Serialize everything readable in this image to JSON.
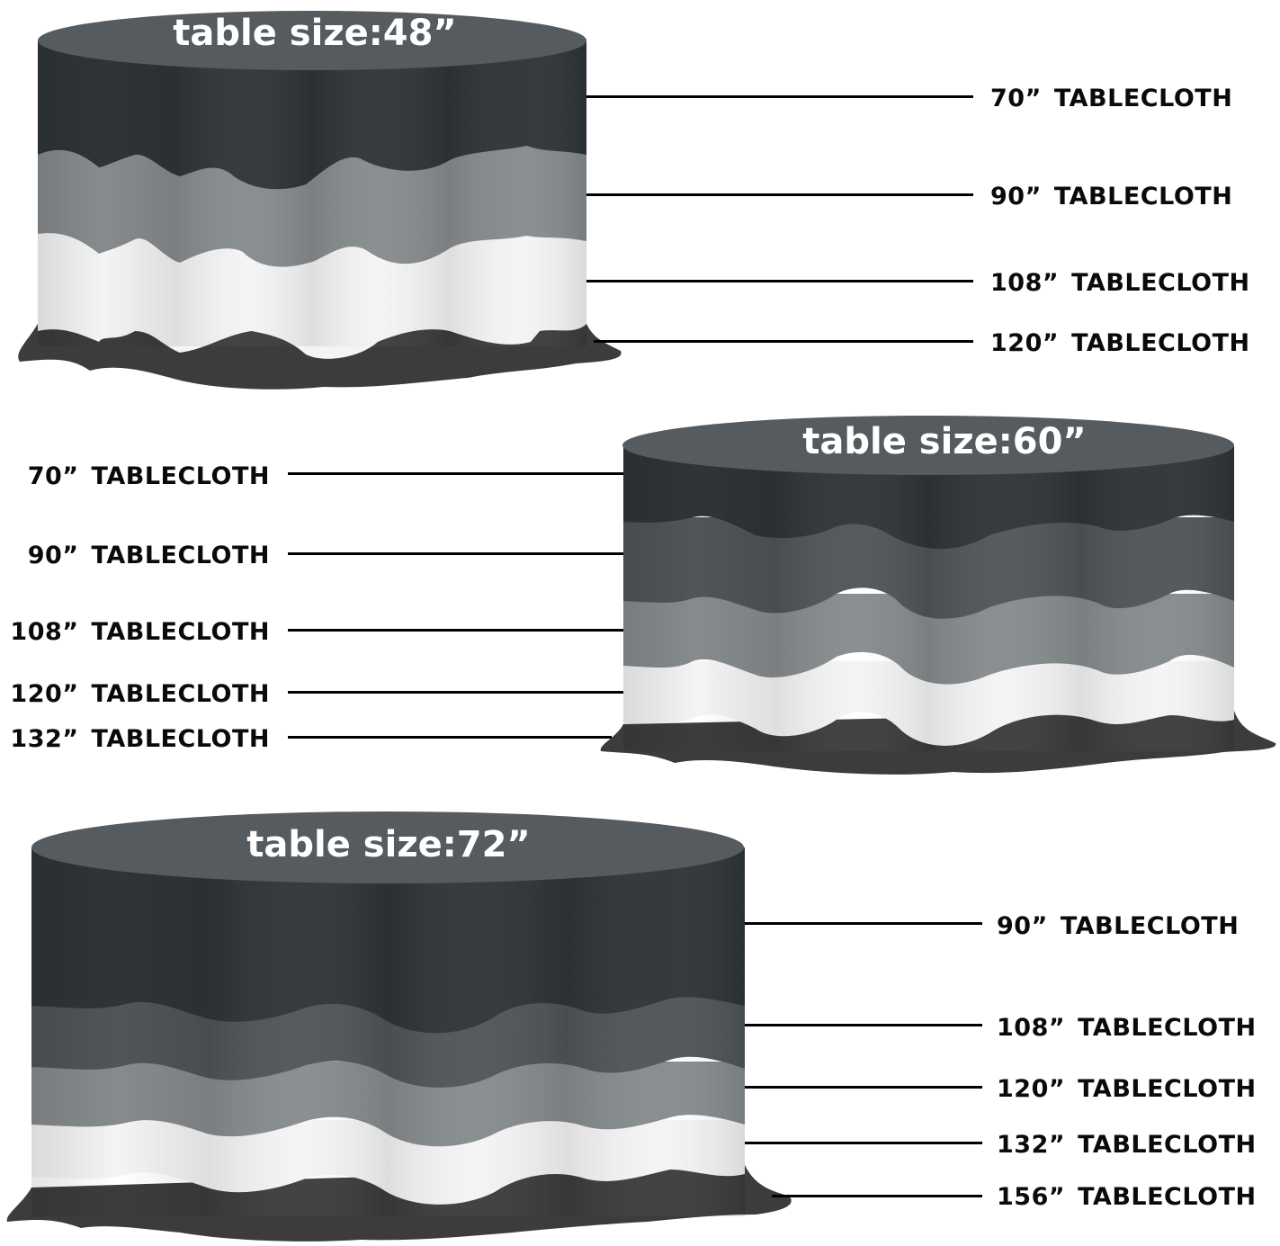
{
  "diagram": {
    "colors": {
      "table_top": "#555b5e",
      "layer_darkest": "#2f3437",
      "layer_dark": "#4f5558",
      "layer_mid": "#868b8e",
      "layer_white": "#f4f4f4",
      "floor_shadow": "#3c3c3c",
      "leader_line": "#000000",
      "label_text": "#0a0a0a"
    },
    "tables": [
      {
        "title": "table size:48”",
        "labels": [
          {
            "size": "70”",
            "word": "TABLECLOTH"
          },
          {
            "size": "90”",
            "word": "TABLECLOTH"
          },
          {
            "size": "108”",
            "word": "TABLECLOTH"
          },
          {
            "size": "120”",
            "word": "TABLECLOTH"
          }
        ]
      },
      {
        "title": "table size:60”",
        "labels": [
          {
            "size": "70”",
            "word": "TABLECLOTH"
          },
          {
            "size": "90”",
            "word": "TABLECLOTH"
          },
          {
            "size": "108”",
            "word": "TABLECLOTH"
          },
          {
            "size": "120”",
            "word": "TABLECLOTH"
          },
          {
            "size": "132”",
            "word": "TABLECLOTH"
          }
        ]
      },
      {
        "title": "table size:72”",
        "labels": [
          {
            "size": "90”",
            "word": "TABLECLOTH"
          },
          {
            "size": "108”",
            "word": "TABLECLOTH"
          },
          {
            "size": "120”",
            "word": "TABLECLOTH"
          },
          {
            "size": "132”",
            "word": "TABLECLOTH"
          },
          {
            "size": "156”",
            "word": "TABLECLOTH"
          }
        ]
      }
    ]
  }
}
